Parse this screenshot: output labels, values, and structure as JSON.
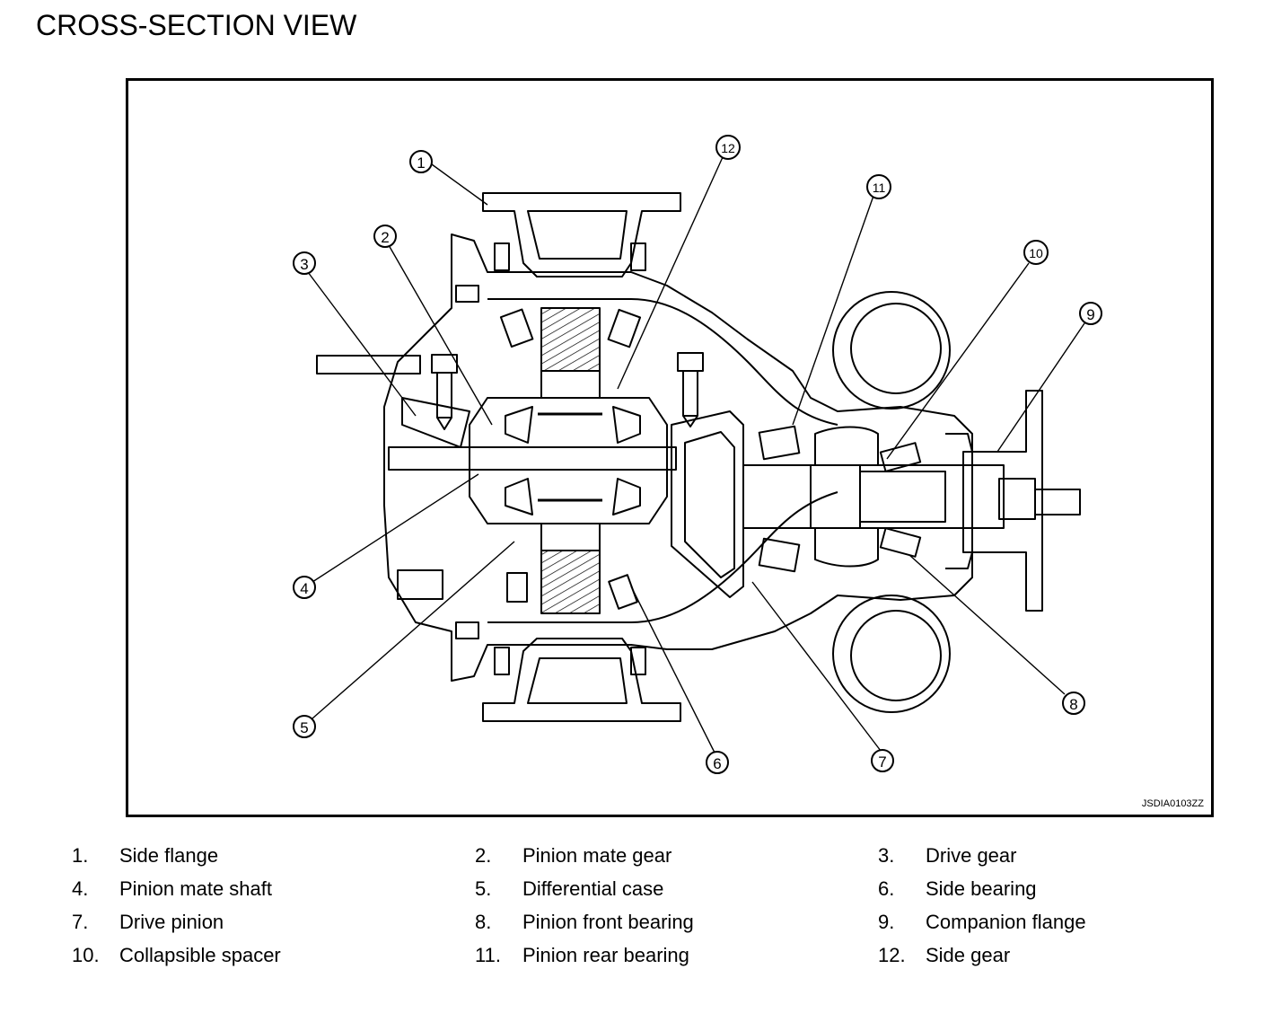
{
  "title": "CROSS-SECTION VIEW",
  "figure_code": "JSDIA0103ZZ",
  "callouts": [
    "1",
    "2",
    "3",
    "4",
    "5",
    "6",
    "7",
    "8",
    "9",
    "10",
    "11",
    "12"
  ],
  "legend": [
    {
      "num": "1.",
      "label": "Side flange"
    },
    {
      "num": "2.",
      "label": "Pinion mate gear"
    },
    {
      "num": "3.",
      "label": "Drive gear"
    },
    {
      "num": "4.",
      "label": "Pinion mate shaft"
    },
    {
      "num": "5.",
      "label": "Differential case"
    },
    {
      "num": "6.",
      "label": "Side bearing"
    },
    {
      "num": "7.",
      "label": "Drive pinion"
    },
    {
      "num": "8.",
      "label": "Pinion front bearing"
    },
    {
      "num": "9.",
      "label": "Companion flange"
    },
    {
      "num": "10.",
      "label": "Collapsible spacer"
    },
    {
      "num": "11.",
      "label": "Pinion rear bearing"
    },
    {
      "num": "12.",
      "label": "Side gear"
    }
  ]
}
